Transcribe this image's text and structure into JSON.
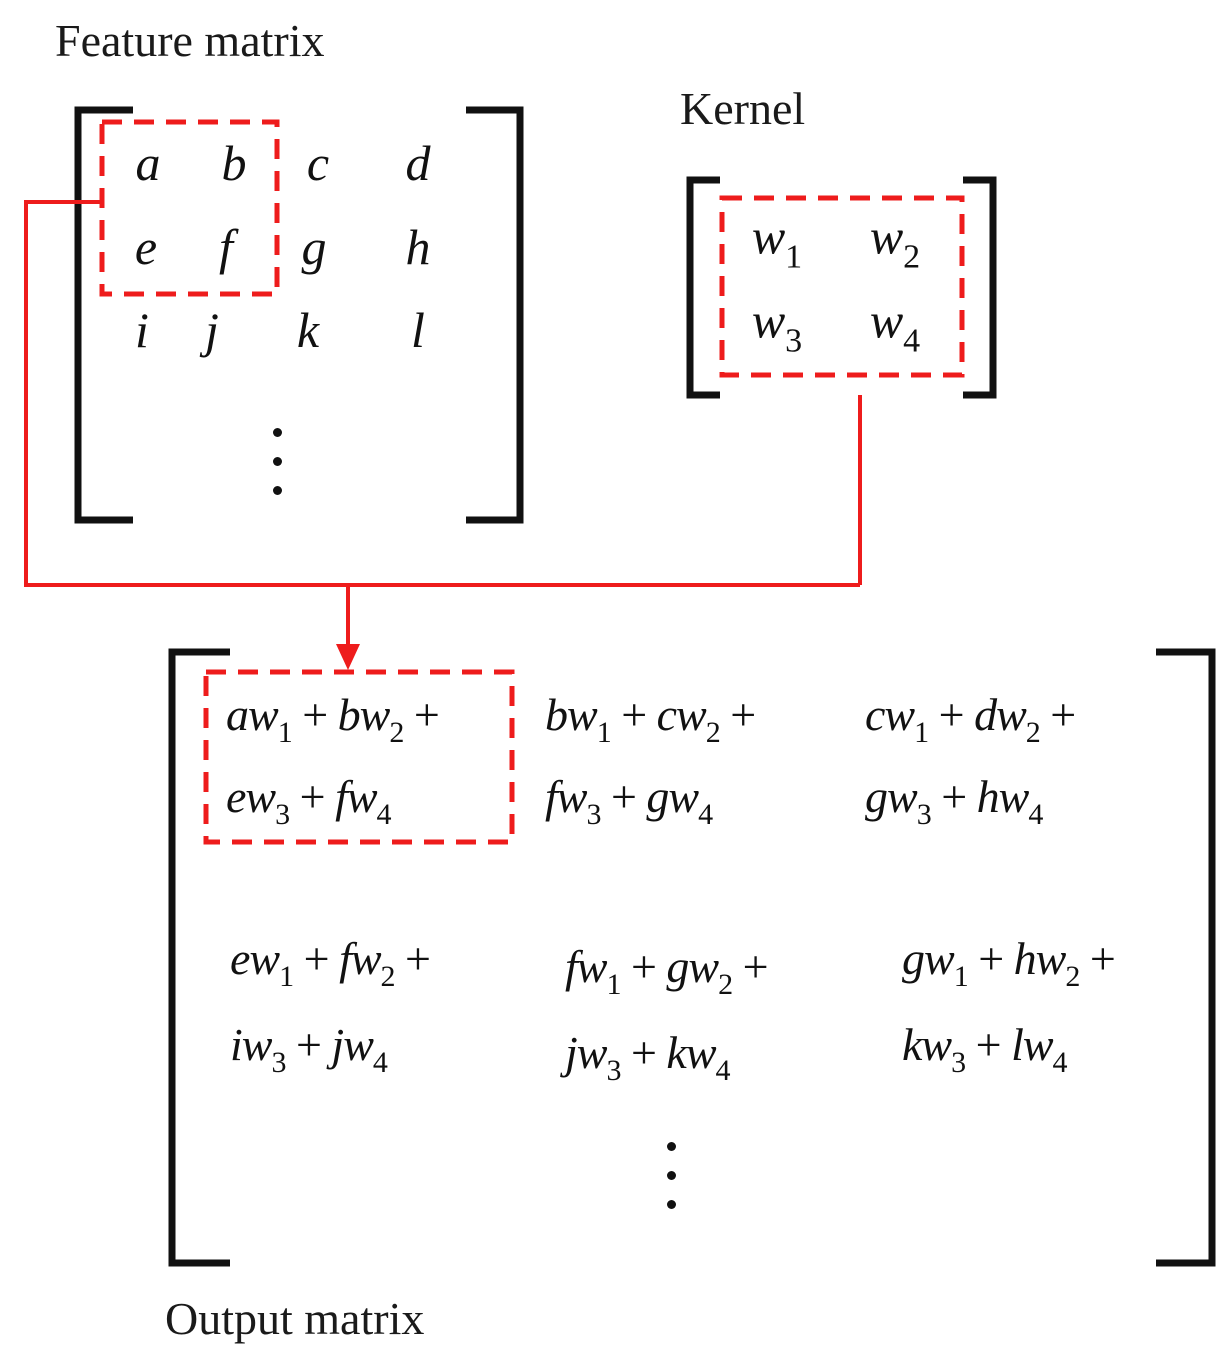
{
  "feature_title": "Feature matrix",
  "kernel_title": "Kernel",
  "output_title": "Output matrix",
  "feature_cells": [
    "a",
    "b",
    "c",
    "d",
    "e",
    "f",
    "g",
    "h",
    "i",
    "j",
    "k",
    "l"
  ],
  "kernel_cells": [
    {
      "base": "w",
      "sub": "1"
    },
    {
      "base": "w",
      "sub": "2"
    },
    {
      "base": "w",
      "sub": "3"
    },
    {
      "base": "w",
      "sub": "4"
    }
  ],
  "output_cells": [
    {
      "line1": [
        [
          "a",
          "1"
        ],
        [
          "b",
          "2"
        ]
      ],
      "line2": [
        [
          "e",
          "3"
        ],
        [
          "f",
          "4"
        ]
      ]
    },
    {
      "line1": [
        [
          "b",
          "1"
        ],
        [
          "c",
          "2"
        ]
      ],
      "line2": [
        [
          "f",
          "3"
        ],
        [
          "g",
          "4"
        ]
      ]
    },
    {
      "line1": [
        [
          "c",
          "1"
        ],
        [
          "d",
          "2"
        ]
      ],
      "line2": [
        [
          "g",
          "3"
        ],
        [
          "h",
          "4"
        ]
      ]
    },
    {
      "line1": [
        [
          "e",
          "1"
        ],
        [
          "f",
          "2"
        ]
      ],
      "line2": [
        [
          "i",
          "3"
        ],
        [
          "j",
          "4"
        ]
      ]
    },
    {
      "line1": [
        [
          "f",
          "1"
        ],
        [
          "g",
          "2"
        ]
      ],
      "line2": [
        [
          "j",
          "3"
        ],
        [
          "k",
          "4"
        ]
      ]
    },
    {
      "line1": [
        [
          "g",
          "1"
        ],
        [
          "h",
          "2"
        ]
      ],
      "line2": [
        [
          "k",
          "3"
        ],
        [
          "l",
          "4"
        ]
      ]
    }
  ],
  "colors": {
    "highlight": "#ee1c1c",
    "ink": "#111111"
  }
}
